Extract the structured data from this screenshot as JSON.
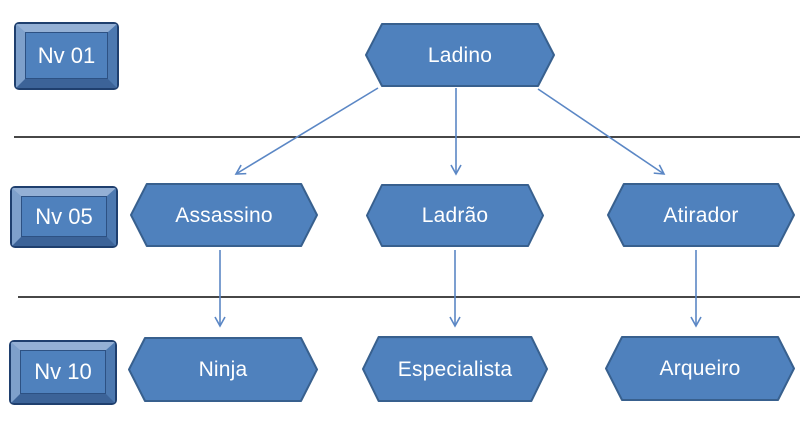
{
  "palette": {
    "shape_fill": "#4f81bd",
    "shape_border": "#38608e",
    "arrow": "#5b87c5",
    "divider": "#0a0a0a",
    "label_text": "#ffffff",
    "button_face": "#4f81bd",
    "button_border": "#1f3f6e",
    "bevel_top": "#94b0d5",
    "bevel_left": "#7ea0cb",
    "bevel_right": "#4d79b0",
    "bevel_bottom": "#3c6398",
    "face_edge": "#2d5183"
  },
  "levels": [
    {
      "label": "Nv 01"
    },
    {
      "label": "Nv 05"
    },
    {
      "label": "Nv 10"
    }
  ],
  "nodes": {
    "root": {
      "label": "Ladino",
      "level": "Nv 01"
    },
    "tier2": [
      {
        "label": "Assassino",
        "level": "Nv 05"
      },
      {
        "label": "Ladrão",
        "level": "Nv 05"
      },
      {
        "label": "Atirador",
        "level": "Nv 05"
      }
    ],
    "tier3": [
      {
        "label": "Ninja",
        "level": "Nv 10"
      },
      {
        "label": "Especialista",
        "level": "Nv 10"
      },
      {
        "label": "Arqueiro",
        "level": "Nv 10"
      }
    ]
  },
  "edges": [
    {
      "from": "Ladino",
      "to": "Assassino"
    },
    {
      "from": "Ladino",
      "to": "Ladrão"
    },
    {
      "from": "Ladino",
      "to": "Atirador"
    },
    {
      "from": "Assassino",
      "to": "Ninja"
    },
    {
      "from": "Ladrão",
      "to": "Especialista"
    },
    {
      "from": "Atirador",
      "to": "Arqueiro"
    }
  ]
}
